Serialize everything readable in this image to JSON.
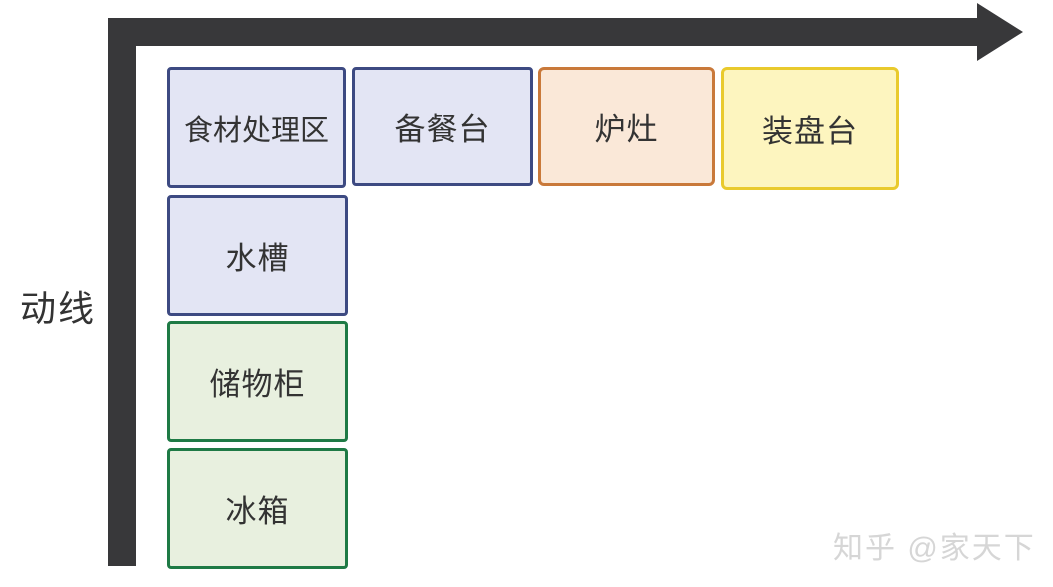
{
  "diagram": {
    "flow_label": "动线",
    "watermark": "知乎 @家天下",
    "arrow": {
      "shape": "L-shape, bottom-left up then right to arrowhead at top-right",
      "color": "#38383a"
    },
    "top_row": [
      {
        "label": "食材处理区",
        "fill": "#e3e5f4",
        "border": "#3d4a82"
      },
      {
        "label": "备餐台",
        "fill": "#e3e5f4",
        "border": "#3d4a82"
      },
      {
        "label": "炉灶",
        "fill": "#fae8d8",
        "border": "#c9793a"
      },
      {
        "label": "装盘台",
        "fill": "#fdf5bf",
        "border": "#e9ca2d"
      }
    ],
    "left_column": [
      {
        "label": "水槽",
        "fill": "#e3e5f4",
        "border": "#3d4a82"
      },
      {
        "label": "储物柜",
        "fill": "#e8f0df",
        "border": "#1e7a45"
      },
      {
        "label": "冰箱",
        "fill": "#e8f0df",
        "border": "#1e7a45"
      }
    ],
    "text_color": "#333333"
  }
}
